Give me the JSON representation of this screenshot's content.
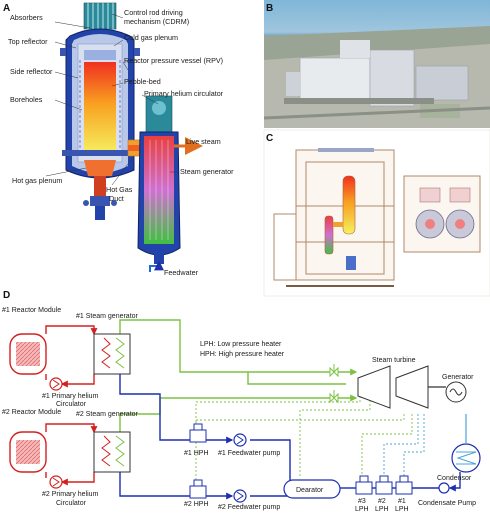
{
  "panel_letters": {
    "a": "A",
    "b": "B",
    "c": "C",
    "d": "D"
  },
  "panel_a": {
    "absorbers": "Absorbers",
    "cdrm": "Control rod driving",
    "cdrm2": "mechanism (CDRM)",
    "top_reflector": "Top reflector",
    "cold_gas_plenum": "Cold gas plenum",
    "side_reflector": "Side reflector",
    "rpv": "Reactor pressure vessel (RPV)",
    "pebble_bed": "Pebble-bed",
    "boreholes": "Boreholes",
    "primary_circulator": "Primary helium circulator",
    "live_steam": "Live steam",
    "hot_gas_plenum": "Hot gas plenum",
    "hot_gas_duct1": "Hot Gas",
    "hot_gas_duct2": "Duct",
    "steam_generator": "Steam generator",
    "feedwater": "Feedwater"
  },
  "panel_d": {
    "reactor1": "#1 Reactor Module",
    "reactor2": "#2 Reactor Module",
    "sg1": "#1 Steam generator",
    "sg2": "#2 Steam generator",
    "circ1a": "#1 Primary helium",
    "circ1b": "Circulator",
    "circ2a": "#2 Primary helium",
    "circ2b": "Circulator",
    "legend_lph": "LPH:  Low pressure heater",
    "legend_hph": "HPH:  High pressure heater",
    "steam_turbine": "Steam turbine",
    "generator": "Generator",
    "hph1": "#1 HPH",
    "hph2": "#2 HPH",
    "fwp1": "#1 Feedwater pump",
    "fwp2": "#2 Feedwater pump",
    "dearator": "Dearator",
    "condenser": "Condensor",
    "condensate_pump": "Condensate Pump",
    "lph3a": "#3",
    "lph3b": "LPH",
    "lph2a": "#2",
    "lph2b": "LPH",
    "lph1a": "#1",
    "lph1b": "LPH"
  },
  "colors": {
    "helium_hot": "#d42020",
    "feedwater": "#1c2fb0",
    "steam": "#7cc242",
    "extraction": "#7cc242",
    "cooling": "#4aa3d8"
  }
}
